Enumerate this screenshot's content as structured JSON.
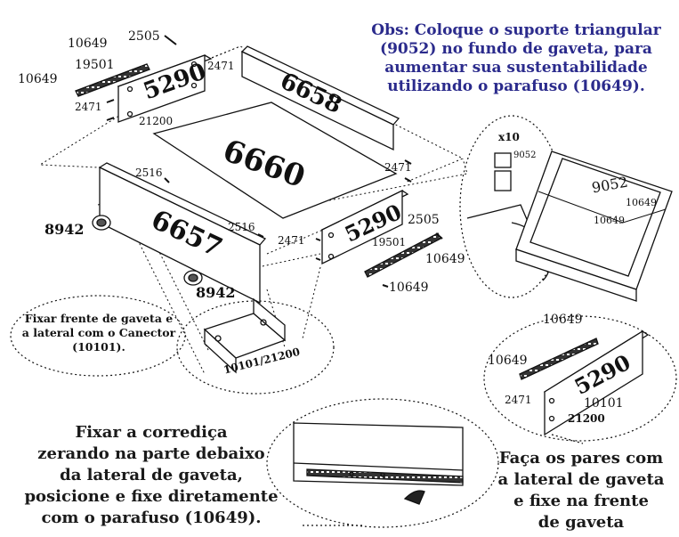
{
  "observation": {
    "lines": [
      "Obs: Coloque o suporte triangular",
      "(9052) no fundo de gaveta, para",
      "aumentar sua sustentabilidade",
      "utilizando o parafuso (10649)."
    ],
    "color": "#2b2b8c"
  },
  "parts": {
    "bottom_panel": "6660",
    "back_panel": "6658",
    "front_panel": "6657",
    "side_left": "5290",
    "side_right": "5290",
    "side_detail": "5290"
  },
  "labels": {
    "screw_a": "10649",
    "pin_a": "2505",
    "slide_a": "19501",
    "screw_b": "10649",
    "cam_a": "2471",
    "cam_b": "2471",
    "cam_c": "2471",
    "dowel_a": "21200",
    "bolt_a": "2516",
    "bolt_b": "2516",
    "handle_a": "8942",
    "handle_b": "8942",
    "cam_d": "2471",
    "pin_b": "2505",
    "slide_b": "19501",
    "screw_c": "10649",
    "screw_d": "10649",
    "connector": "10101/21200",
    "count": "x10",
    "bracket_small": "9052",
    "bracket_big": "9052",
    "screw_e": "10649",
    "screw_f": "10649",
    "screw_g": "10649",
    "screw_h": "10649",
    "cam_e": "2471",
    "connector_b": "10101",
    "dowel_b": "21200"
  },
  "notes": {
    "connector_note": [
      "Fixar frente de gaveta e",
      "a lateral com o Canector",
      "(10101)."
    ],
    "slide_instruction": [
      "Fixar a corrediça",
      "zerando na parte debaixo",
      "da lateral de gaveta,",
      "posicione e fixe diretamente",
      "com o parafuso (10649)."
    ],
    "pairs_instruction": [
      "Faça os pares com",
      "a lateral de gaveta",
      "e fixe na frente",
      "de gaveta"
    ]
  }
}
